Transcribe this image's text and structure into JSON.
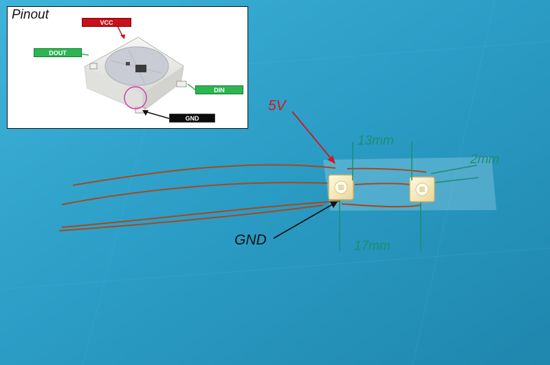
{
  "pinout": {
    "title": "Pinout",
    "vcc_label": "VCC",
    "dout_label": "DOUT",
    "din_label": "DIN",
    "gnd_label": "GND"
  },
  "annotations": {
    "v5_label": "5V",
    "gnd_label": "GND",
    "dim_13": "13mm",
    "dim_2": "2mm",
    "dim_17": "17mm"
  },
  "colors": {
    "mat": "#2d9fc8",
    "wire": "#a8481c",
    "dimension": "#1d8f6f",
    "vcc_tag": "#c8101a",
    "pin_tag": "#2db551",
    "gnd_tag": "#0c0c0c"
  }
}
